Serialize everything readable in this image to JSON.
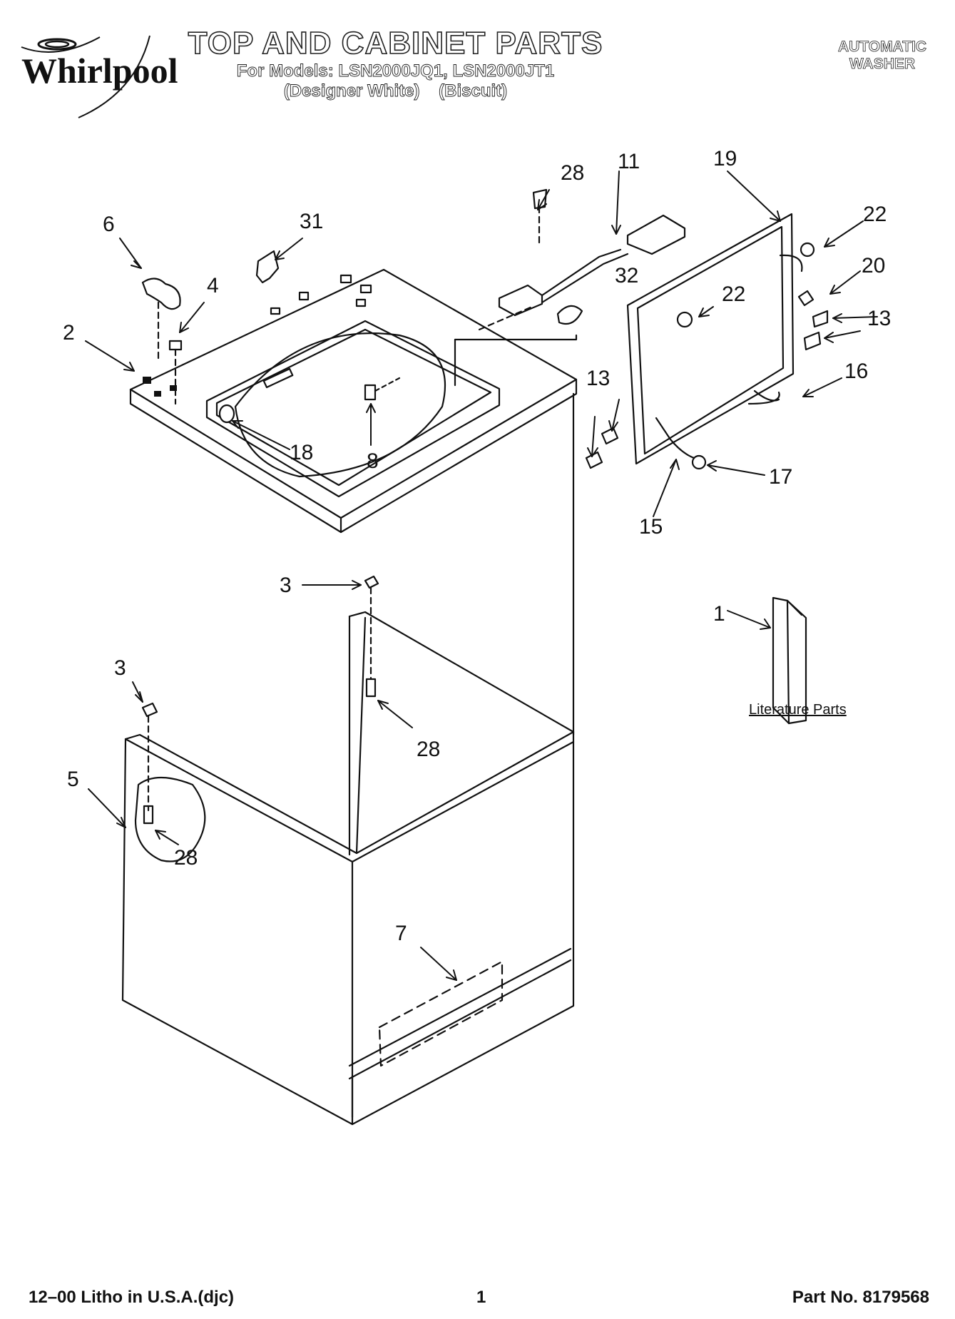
{
  "header": {
    "brand": "Whirlpool",
    "title": "TOP AND CABINET PARTS",
    "models_line": "For Models: LSN2000JQ1, LSN2000JT1",
    "colors_line": "(Designer White)    (Biscuit)",
    "product_type_line1": "AUTOMATIC",
    "product_type_line2": "WASHER"
  },
  "diagram": {
    "literature_label": "Literature Parts",
    "callouts": {
      "c1": "1",
      "c2": "2",
      "c3a": "3",
      "c3b": "3",
      "c4": "4",
      "c5": "5",
      "c6": "6",
      "c7": "7",
      "c8": "8",
      "c11": "11",
      "c13a": "13",
      "c13b": "13",
      "c15": "15",
      "c16": "16",
      "c17": "17",
      "c18": "18",
      "c19": "19",
      "c20": "20",
      "c22a": "22",
      "c22b": "22",
      "c28a": "28",
      "c28b": "28",
      "c28c": "28",
      "c31": "31",
      "c32": "32"
    }
  },
  "footer": {
    "left": "12–00 Litho in U.S.A.(djc)",
    "center": "1",
    "right": "Part No. 8179568"
  }
}
